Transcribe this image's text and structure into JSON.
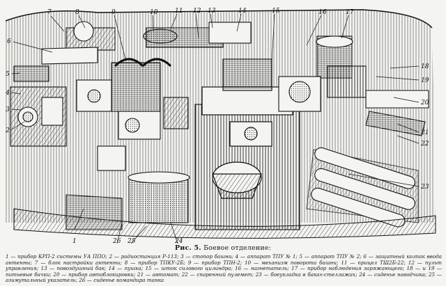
{
  "figure": {
    "number": "Рис. 5.",
    "title": "Боевое отделение:"
  },
  "callout_numbers": [
    "1",
    "2",
    "3",
    "4",
    "5",
    "6",
    "7",
    "8",
    "9",
    "10",
    "11",
    "12",
    "13",
    "14",
    "15",
    "16",
    "17",
    "18",
    "19",
    "20",
    "21",
    "22",
    "23",
    "24",
    "25",
    "26"
  ],
  "legend": [
    {
      "n": "1",
      "text": "прибор КРП-2 системы УА ППО;"
    },
    {
      "n": "2",
      "text": "радиостанция Р-113;"
    },
    {
      "n": "3",
      "text": "стопор башни;"
    },
    {
      "n": "4",
      "text": "аппарат ТПУ № 1;"
    },
    {
      "n": "5",
      "text": "аппарат ТПУ № 2;"
    },
    {
      "n": "6",
      "text": "защитный колпак ввода антенны;"
    },
    {
      "n": "7",
      "text": "блок настройки антенны;"
    },
    {
      "n": "8",
      "text": "прибор ТПКУ-2Б;"
    },
    {
      "n": "9",
      "text": "прибор ТПН-2;"
    },
    {
      "n": "10",
      "text": "механизм поворота башни;"
    },
    {
      "n": "11",
      "text": "прицел ТШ2Б-22;"
    },
    {
      "n": "12",
      "text": "пульт управления;"
    },
    {
      "n": "13",
      "text": "повоздушный бак;"
    },
    {
      "n": "14",
      "text": "пушка;"
    },
    {
      "n": "15",
      "text": "шток силового цилиндра;"
    },
    {
      "n": "16",
      "text": "нагнетатель;"
    },
    {
      "n": "17",
      "text": "прибор наблюдения заряжающего;"
    },
    {
      "n": "18",
      "text": "и 19 — питьевые бачки;"
    },
    {
      "n": "20",
      "text": "прибор автоблокировки;"
    },
    {
      "n": "21",
      "text": "автомат;"
    },
    {
      "n": "22",
      "text": "спаренный пулемет;"
    },
    {
      "n": "23",
      "text": "боеукладка в баках-стеллажах;"
    },
    {
      "n": "24",
      "text": "сиденье наводчика;"
    },
    {
      "n": "25",
      "text": "азимутальный указатель;"
    },
    {
      "n": "26",
      "text": "сиденье командира танка"
    }
  ]
}
